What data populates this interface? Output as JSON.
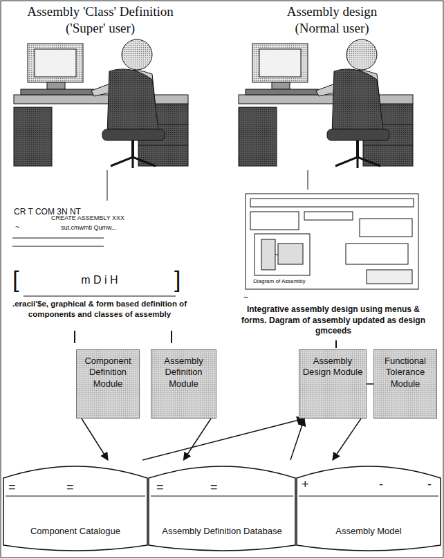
{
  "diagram": {
    "nodes": [
      {
        "text": [
          "Component Definition Module"
        ]
      },
      {
        "text": [
          "Assembly Definition Module"
        ]
      },
      {
        "text": [
          "Assembly Design Module"
        ]
      },
      {
        "text": [
          "Functional Tolerance Module"
        ]
      },
      {
        "text": [
          "Component Catalogue"
        ]
      },
      {
        "text": [
          "Assembly Definition Database"
        ]
      },
      {
        "text": [
          "Assembly Model"
        ]
      }
    ],
    "edges": [
      {
        "from": 0,
        "to": 4,
        "arrow": "to"
      },
      {
        "from": 1,
        "to": 5,
        "arrow": "to"
      },
      {
        "from": 4,
        "to": 2,
        "arrow": "to"
      },
      {
        "from": 5,
        "to": 2,
        "arrow": "to"
      },
      {
        "from": 2,
        "to": 6,
        "arrow": "to"
      },
      {
        "from": 2,
        "to": 3,
        "arrow": "none"
      }
    ],
    "labels": [
      "Assembly 'Class' Definition",
      "('Super' user)",
      "Assembly design",
      "(Normal user)",
      "CR T COM 3N NT",
      "CREATE ASSEMBLY XXX",
      "~",
      "sut.cmwmti Qumw...",
      "[",
      "m D i H",
      "]",
      ".eracii'$e, graphical & form based definition of components and classes of assembly",
      "Diagram of Assembly",
      "~",
      "Integrative assembly design using menus & forms. Dagram of assembly updated as design gmceeds",
      "=",
      "=",
      "=",
      "=",
      "+",
      "-",
      "-"
    ]
  }
}
